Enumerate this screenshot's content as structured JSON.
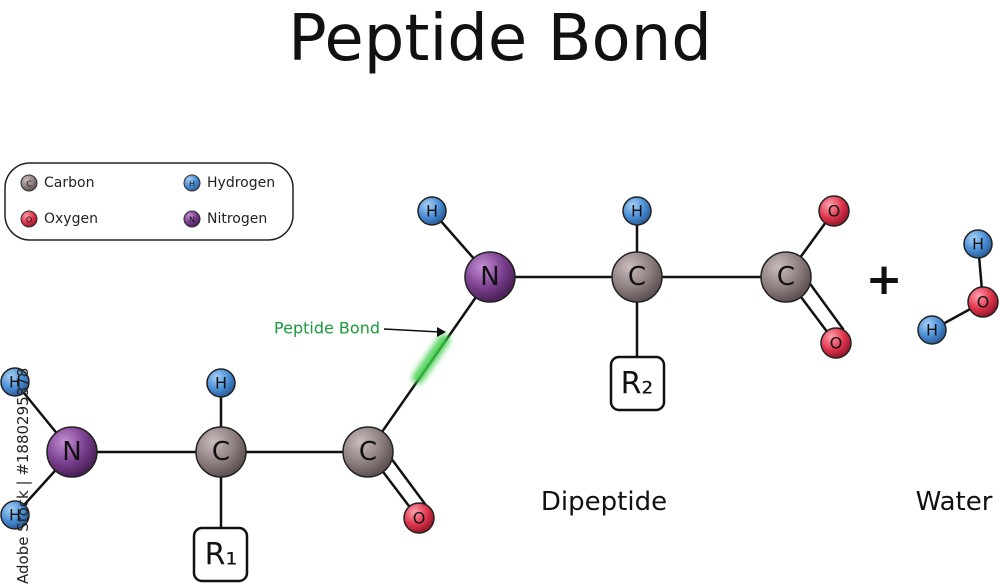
{
  "title": "Peptide Bond",
  "legend": [
    {
      "symbol": "C",
      "label": "Carbon",
      "color": "#8a7b7b"
    },
    {
      "symbol": "H",
      "label": "Hydrogen",
      "color": "#4a8fd6"
    },
    {
      "symbol": "O",
      "label": "Oxygen",
      "color": "#e0364e"
    },
    {
      "symbol": "N",
      "label": "Nitrogen",
      "color": "#7b3f8f"
    }
  ],
  "atoms": {
    "carbon": "C",
    "hydrogen": "H",
    "oxygen": "O",
    "nitrogen": "N"
  },
  "r_groups": {
    "r1": "R₁",
    "r2": "R₂"
  },
  "peptide_bond_label": "Peptide Bond",
  "plus_sign": "+",
  "captions": {
    "dipeptide": "Dipeptide",
    "water": "Water"
  },
  "watermark": "Adobe Stock | #1880295378",
  "colors": {
    "carbon": "#8a7b7b",
    "hydrogen": "#4a8fd6",
    "oxygen": "#e0364e",
    "nitrogen": "#7b3f8f",
    "peptide_bond_highlight": "#3ecf4a",
    "peptide_label": "#1a9a3a"
  }
}
